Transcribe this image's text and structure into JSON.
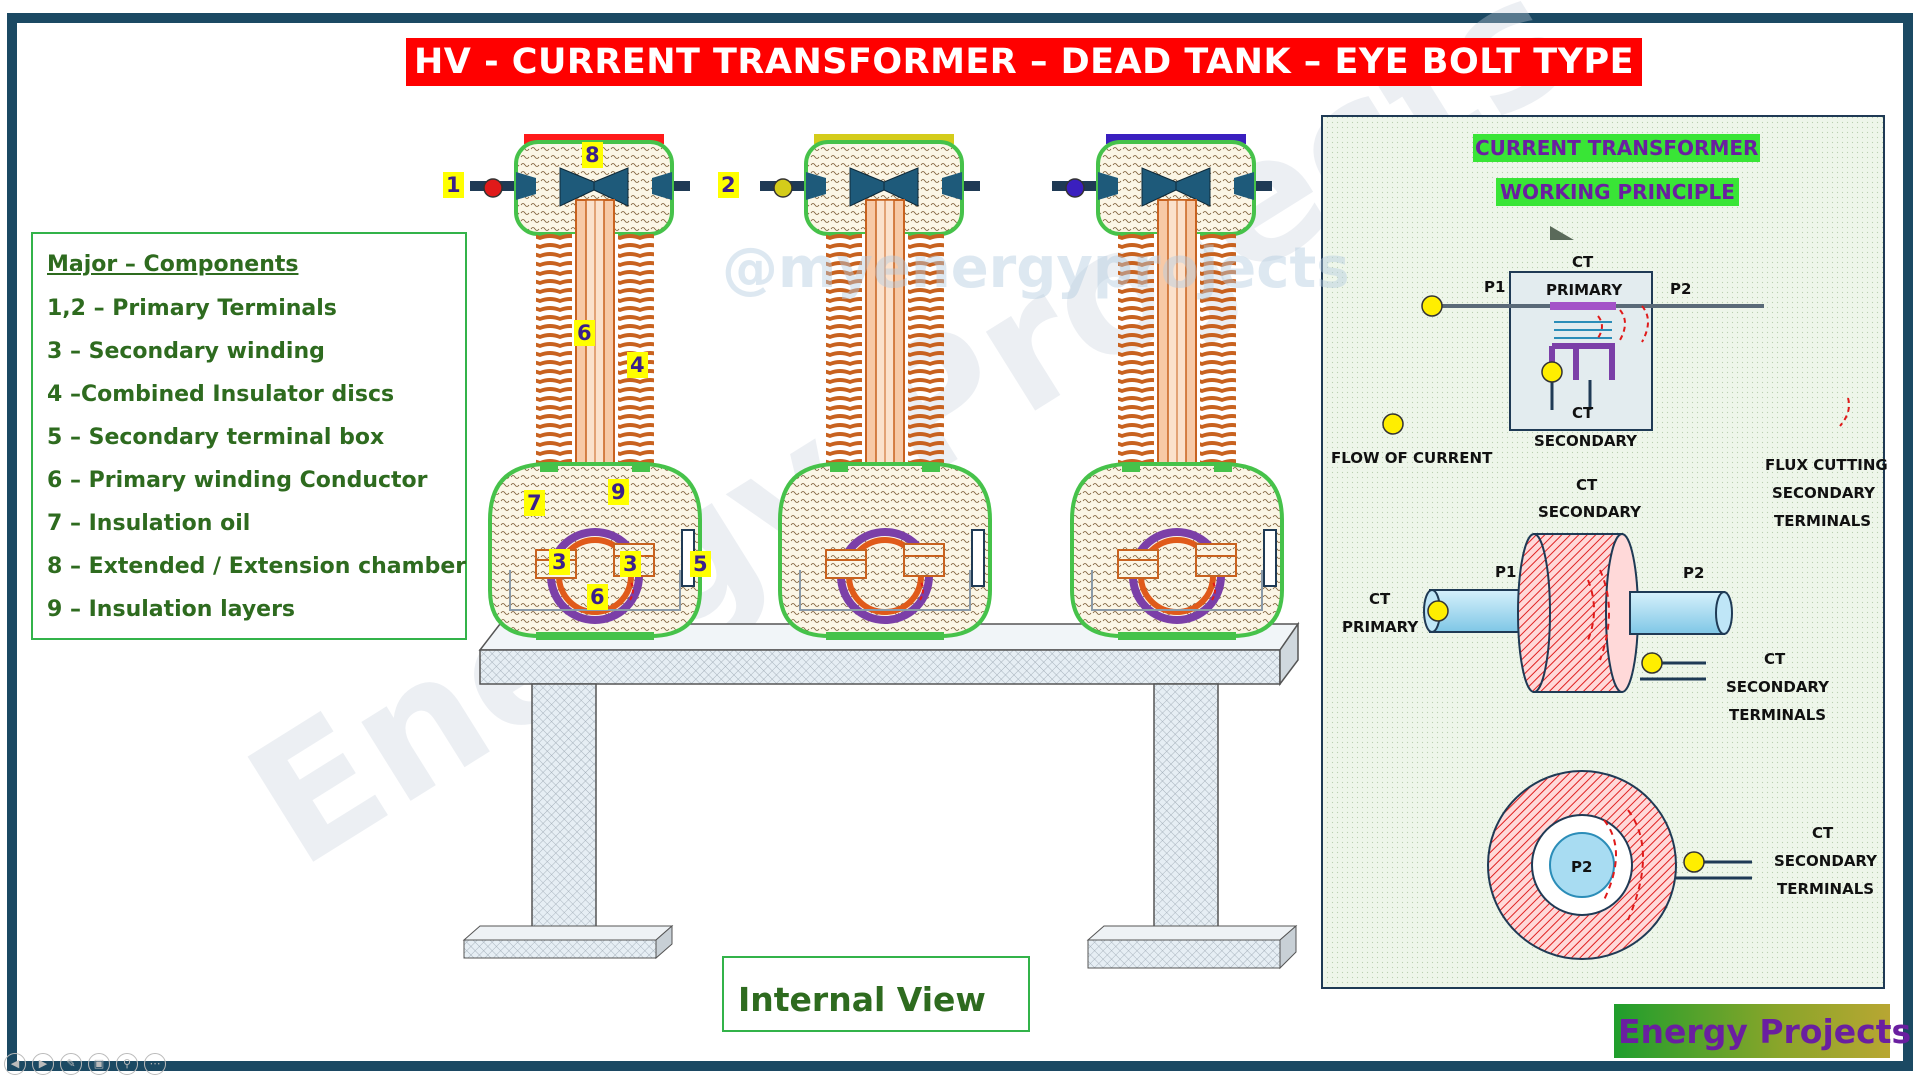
{
  "title": "HV - CURRENT TRANSFORMER – DEAD TANK – EYE BOLT TYPE",
  "watermark_handle": "@myenergyprojects",
  "components": {
    "heading": "Major – Components",
    "items": [
      "1,2 – Primary Terminals",
      "3 – Secondary winding",
      "4 –Combined Insulator discs",
      "5 – Secondary terminal box",
      "6 – Primary  winding Conductor",
      "7 – Insulation oil",
      "8 – Extended / Extension chamber",
      "9 – Insulation layers"
    ]
  },
  "diagram_tags": {
    "t1": "1",
    "t2": "2",
    "t3a": "3",
    "t3b": "3",
    "t4": "4",
    "t5": "5",
    "t6a": "6",
    "t6b": "6",
    "t7": "7",
    "t8": "8",
    "t9": "9"
  },
  "phase_colors": [
    "#ff1a1a",
    "#d4cc1a",
    "#3a1fbf"
  ],
  "internal_view": "Internal View",
  "principle": {
    "title_line1": "CURRENT TRANSFORMER",
    "title_line2": "WORKING PRINCIPLE",
    "ct": "CT",
    "primary": "PRIMARY",
    "p1": "P1",
    "p2": "P2",
    "ct_secondary_ct": "CT",
    "ct_secondary_word": "SECONDARY",
    "flow_of_current": "FLOW OF CURRENT",
    "flux_l1": "FLUX CUTTING",
    "flux_l2": "SECONDARY",
    "flux_l3": "TERMINALS",
    "sec_ct": "CT",
    "sec_word": "SECONDARY",
    "cyl_p1": "P1",
    "cyl_p2": "P2",
    "ctp_ct": "CT",
    "ctp_primary": "PRIMARY",
    "term1_ct": "CT",
    "term1_sec": "SECONDARY",
    "term1_term": "TERMINALS",
    "ring_p2": "P2",
    "term2_ct": "CT",
    "term2_sec": "SECONDARY",
    "term2_term": "TERMINALS"
  },
  "brand": "Energy Projects"
}
